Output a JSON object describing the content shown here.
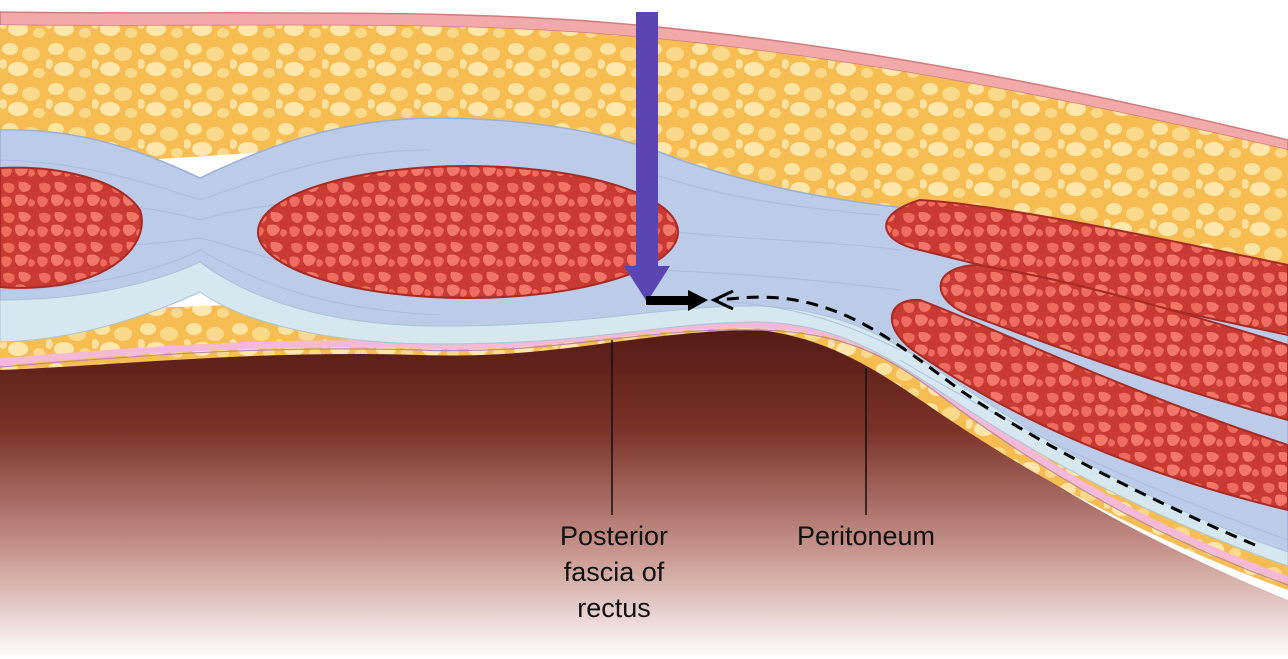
{
  "labels": {
    "posterior_fascia_line1": "Posterior",
    "posterior_fascia_line2": "fascia of",
    "posterior_fascia_line3": "rectus",
    "peritoneum": "Peritoneum"
  },
  "colors": {
    "skin": "#f2a9a9",
    "fat": "#f7c15a",
    "fat_speckle": "#fde9a6",
    "fascia": "#bccbe8",
    "fascia_light": "#d6e7f0",
    "muscle": "#d94a40",
    "muscle_cell": "#ef6a5c",
    "peritoneum": "#f4b8d8",
    "cavity_dark": "#5a1c16",
    "arrow_purple": "#5b45b0",
    "arrow_black": "#000000"
  }
}
